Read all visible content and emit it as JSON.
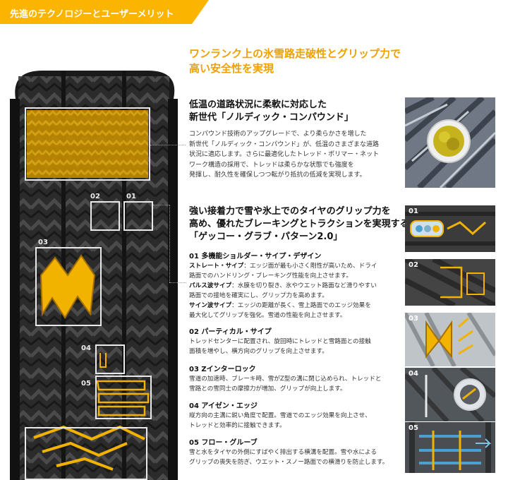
{
  "banner": {
    "title": "先進のテクノロジーとユーザーメリット",
    "color": "#fbb400"
  },
  "headline": {
    "line1": "ワンランク上の氷雪路走破性とグリップ力で",
    "line2": "高い安全性を実現",
    "color": "#f0a000"
  },
  "tire_callouts": [
    "01",
    "02",
    "03",
    "04",
    "05"
  ],
  "section1": {
    "title_line1": "低温の道路状況に柔軟に対応した",
    "title_line2": "新世代「ノルディック・コンパウンド」",
    "body": [
      "コンパウンド技術のアップグレードで、より柔らかさを増した",
      "新世代「ノルディック・コンパウンド」が、低温のさまざまな道路",
      "状況に適応します。さらに最適化したトレッド・ポリマー・ネット",
      "ワーク構造の採用で、トレッドは柔らかな状態でも強度を",
      "発揮し、耐久性を確保しつつ転がり抵抗の低減を実現します。"
    ]
  },
  "section2": {
    "title_line1": "強い接着力で雪や氷上でのタイヤのグリップ力を",
    "title_line2": "高め、優れたブレーキングとトラクションを実現する",
    "title_line3": "「ゲッコー・グラブ・パターン2.0」",
    "features": [
      {
        "heading": "01 多機能ショルダー・サイプ・デザイン",
        "lines": [
          {
            "bold": "ストレート・サイプ",
            "text": "：エッジ面が最も小さく剛性が高いため、ドライ"
          },
          {
            "bold": "",
            "text": "路面でのハンドリング・ブレーキング性能を向上させます。"
          },
          {
            "bold": "パルス波サイプ",
            "text": "：水膜を切り裂き、氷やウエット路面など滑りやすい"
          },
          {
            "bold": "",
            "text": "路面での接地を確実にし、グリップ力を高めます。"
          },
          {
            "bold": "サイン波サイプ",
            "text": "：エッジの距離が長く、雪上路面でのエッジ効果を"
          },
          {
            "bold": "",
            "text": "最大化してグリップを強化。雪道の性能を向上させます。"
          }
        ]
      },
      {
        "heading": "02 パーティカル・サイプ",
        "lines": [
          {
            "bold": "",
            "text": "トレッドセンターに配置され、旋回時にトレッドと雪路面との接触"
          },
          {
            "bold": "",
            "text": "面積を増やし、横方向のグリップを向上させます。"
          }
        ]
      },
      {
        "heading": "03 Zインターロック",
        "lines": [
          {
            "bold": "",
            "text": "雪道の加速時、ブレーキ時、雪がZ型の溝に閉じ込められ、トレッドと"
          },
          {
            "bold": "",
            "text": "雪路との雪同士の摩擦力が増加、グリップが向上します。"
          }
        ]
      },
      {
        "heading": "04 アイゼン・エッジ",
        "lines": [
          {
            "bold": "",
            "text": "縦方向の主溝に鋭い角度で配置。雪道でのエッジ効果を向上させ、"
          },
          {
            "bold": "",
            "text": "トレッドと効率的に接触できます。"
          }
        ]
      },
      {
        "heading": "05 フロー・グルーブ",
        "lines": [
          {
            "bold": "",
            "text": "雪と水をタイヤの外側にすばやく排出する横溝を配置。雪や水による"
          },
          {
            "bold": "",
            "text": "グリップの喪失を防ぎ、ウエット・スノー路面での横滑りを防止します。"
          }
        ]
      }
    ]
  },
  "thumbnails": [
    "01",
    "02",
    "03",
    "04",
    "05"
  ]
}
